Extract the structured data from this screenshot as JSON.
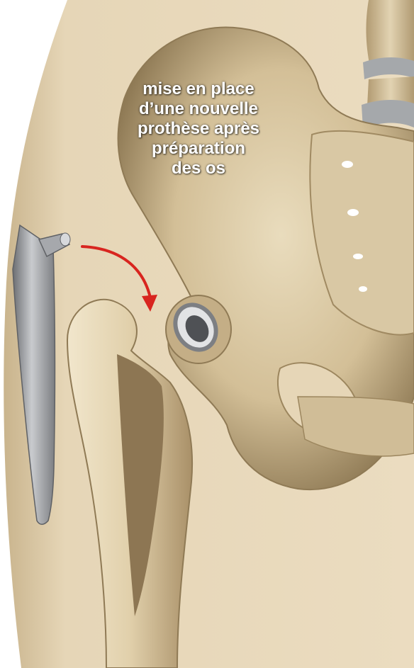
{
  "caption": {
    "lines": [
      "mise en place",
      "d’une nouvelle",
      "prothèse après",
      "préparation",
      "des os"
    ]
  },
  "colors": {
    "background": "#ffffff",
    "skin": "#e6d5b6",
    "skin_shadow": "#c8b08a",
    "bone": "#dccba6",
    "bone_dark": "#9c865e",
    "bone_shadow": "#7e6a48",
    "spine_disc": "#a5a8ab",
    "implant": "#9a9ca0",
    "implant_highlight": "#d7d9dc",
    "arrow": "#d8251f",
    "caption_text": "#ffffff"
  },
  "icons": {
    "femoral_stem_implant": "femoral-stem-icon",
    "acetabular_cup_implant": "acetabular-cup-icon",
    "placement_arrow": "curved-arrow-icon"
  }
}
